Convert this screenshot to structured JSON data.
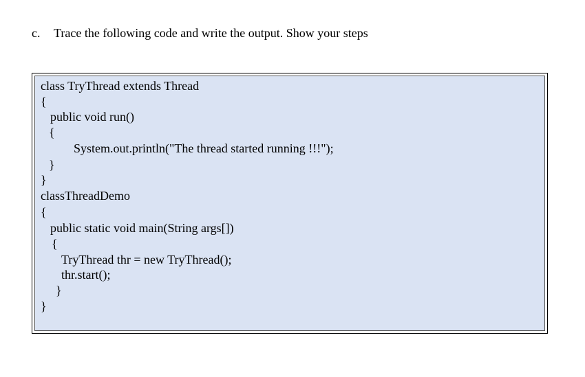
{
  "question": {
    "label": "c.",
    "text": "Trace the following code and write the output. Show your steps"
  },
  "code": {
    "lines": [
      "class TryThread extends Thread",
      "{",
      "public void run()",
      "{",
      "System.out.println(\"The thread started running !!!\");",
      "}",
      "}",
      "classThreadDemo",
      "{",
      "public static void main(String args[])",
      "{",
      "TryThread thr = new TryThread();",
      "thr.start();",
      "}",
      "}"
    ]
  }
}
